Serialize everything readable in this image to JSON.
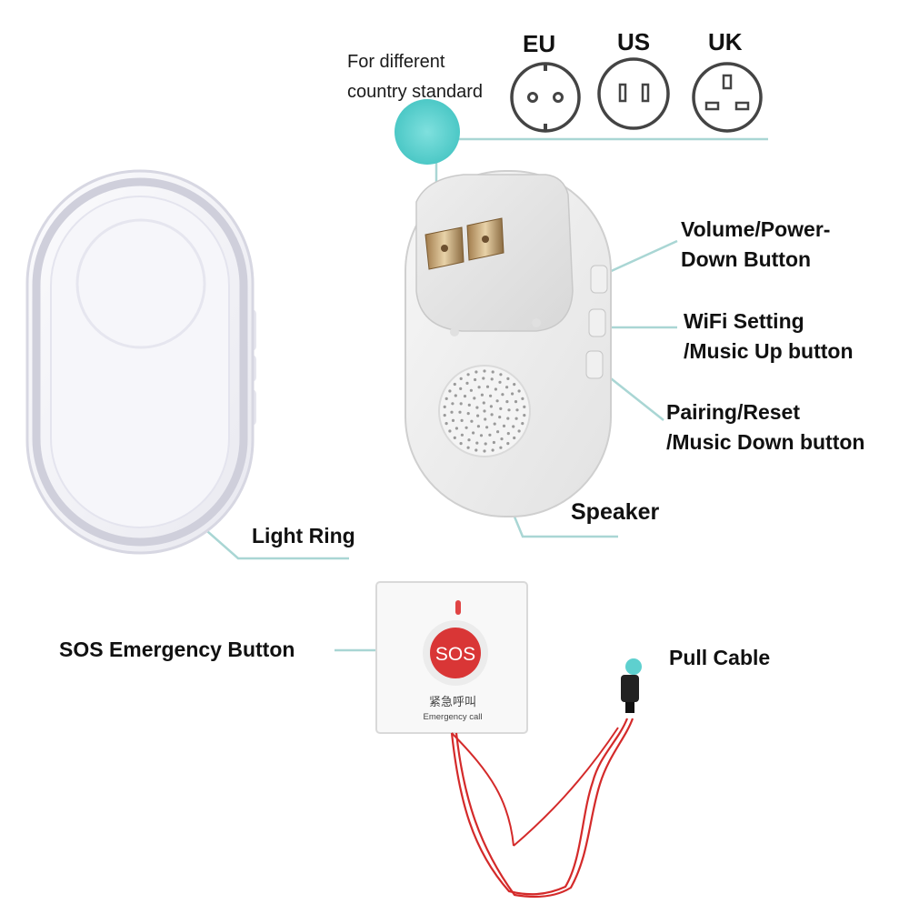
{
  "plug_note": {
    "line1": "For different",
    "line2": "country standard"
  },
  "plugs": [
    {
      "label": "EU"
    },
    {
      "label": "US"
    },
    {
      "label": "UK"
    }
  ],
  "receiver_buttons": {
    "volume": {
      "line1": "Volume/Power-",
      "line2": "Down Button"
    },
    "wifi": {
      "line1": "WiFi Setting",
      "line2": "/Music Up button"
    },
    "pairing": {
      "line1": "Pairing/Reset",
      "line2": "/Music Down button"
    }
  },
  "speaker_label": "Speaker",
  "light_ring_label": "Light Ring",
  "sos": {
    "label": "SOS Emergency Button",
    "button_text": "SOS",
    "chinese_text": "紧急呼叫",
    "english_text": "Emergency call"
  },
  "pull_cable_label": "Pull Cable",
  "colors": {
    "accent_teal": "#5ed0cf",
    "leader_line": "#a9d6d4",
    "cable_red": "#d42a2a",
    "sos_red": "#d93636"
  }
}
